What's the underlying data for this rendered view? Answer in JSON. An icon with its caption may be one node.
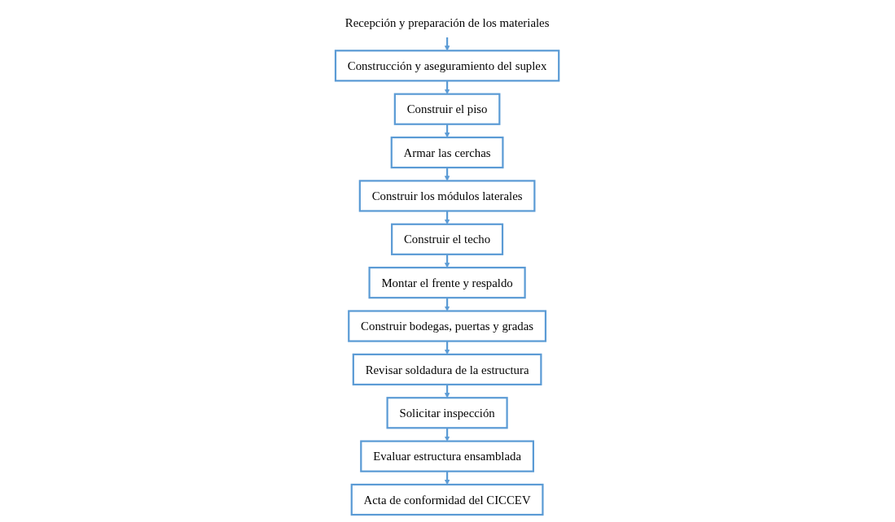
{
  "diagram": {
    "nodes": [
      {
        "text": [
          "Recepción y preparación de los materiales"
        ]
      },
      {
        "text": [
          "Construcción y aseguramiento del suplex"
        ]
      },
      {
        "text": [
          "Construir el piso"
        ]
      },
      {
        "text": [
          "Armar las cerchas"
        ]
      },
      {
        "text": [
          "Construir los módulos laterales"
        ]
      },
      {
        "text": [
          "Construir el techo"
        ]
      },
      {
        "text": [
          "Montar el frente y respaldo"
        ]
      },
      {
        "text": [
          "Construir bodegas, puertas y gradas"
        ]
      },
      {
        "text": [
          "Revisar soldadura de la estructura"
        ]
      },
      {
        "text": [
          "Solicitar inspección"
        ]
      },
      {
        "text": [
          "Evaluar estructura ensamblada"
        ]
      },
      {
        "text": [
          "Acta de conformidad del CICCEV"
        ]
      }
    ],
    "edges": [
      {
        "from": 0,
        "to": 1,
        "arrow": "to"
      },
      {
        "from": 1,
        "to": 2,
        "arrow": "to"
      },
      {
        "from": 2,
        "to": 3,
        "arrow": "to"
      },
      {
        "from": 3,
        "to": 4,
        "arrow": "to"
      },
      {
        "from": 4,
        "to": 5,
        "arrow": "to"
      },
      {
        "from": 5,
        "to": 6,
        "arrow": "to"
      },
      {
        "from": 6,
        "to": 7,
        "arrow": "to"
      },
      {
        "from": 7,
        "to": 8,
        "arrow": "to"
      },
      {
        "from": 8,
        "to": 9,
        "arrow": "to"
      },
      {
        "from": 9,
        "to": 10,
        "arrow": "to"
      },
      {
        "from": 10,
        "to": 11,
        "arrow": "to"
      }
    ]
  }
}
